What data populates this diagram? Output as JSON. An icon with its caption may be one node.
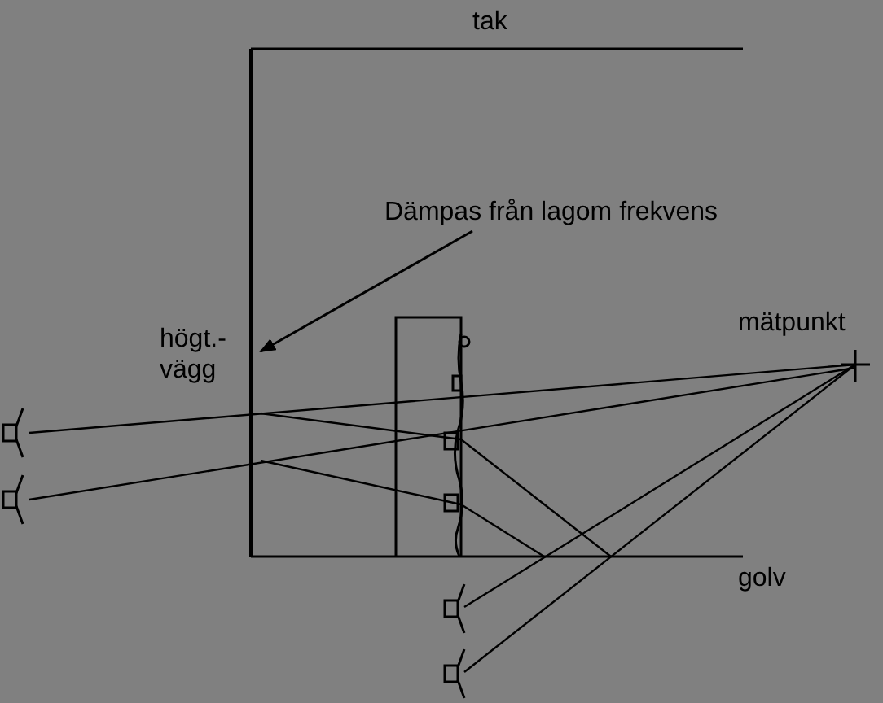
{
  "diagram": {
    "nodes": [
      {
        "text": [
          "Dämpas från lagom frekvens"
        ]
      },
      {
        "text": [],
        "shape": "bar"
      }
    ],
    "edges": [
      {
        "from": 0,
        "to": 1,
        "arrow": "to"
      }
    ],
    "labels": [
      "tak",
      "högt.- vägg",
      "mätpunkt",
      "golv"
    ]
  }
}
